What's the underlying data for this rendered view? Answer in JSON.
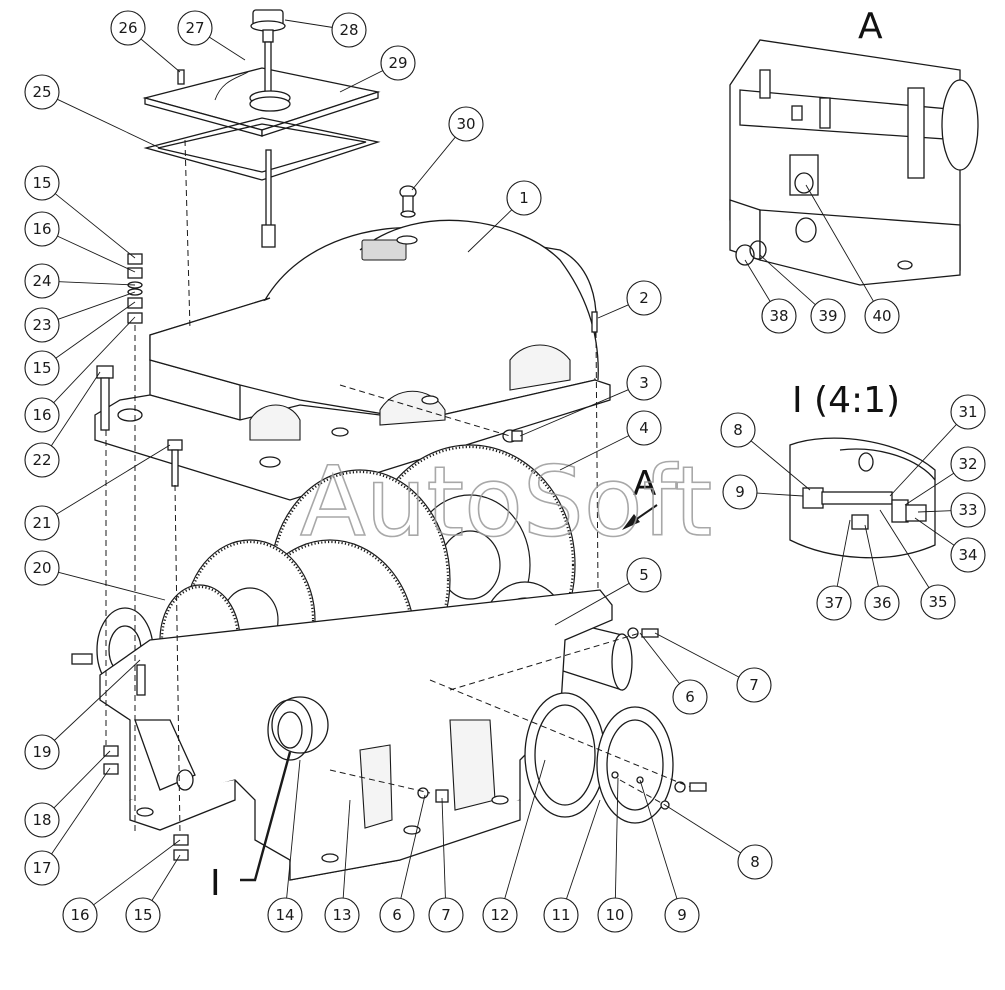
{
  "view_labels": {
    "view_a_title": "A",
    "view_a_arrow": "A",
    "detail_title": "I (4:1)",
    "detail_marker": "I"
  },
  "watermark": "AutoSoft",
  "callouts": [
    "1",
    "2",
    "3",
    "4",
    "5",
    "6",
    "7",
    "8",
    "9",
    "10",
    "11",
    "12",
    "13",
    "14",
    "15",
    "16",
    "17",
    "18",
    "19",
    "20",
    "21",
    "22",
    "23",
    "24",
    "25",
    "26",
    "27",
    "28",
    "29",
    "30",
    "31",
    "32",
    "33",
    "34",
    "35",
    "36",
    "37",
    "38",
    "39",
    "40"
  ],
  "colors": {
    "line": "#1a1a1a",
    "paper": "#ffffff",
    "watermark": "#9a9a9a"
  }
}
